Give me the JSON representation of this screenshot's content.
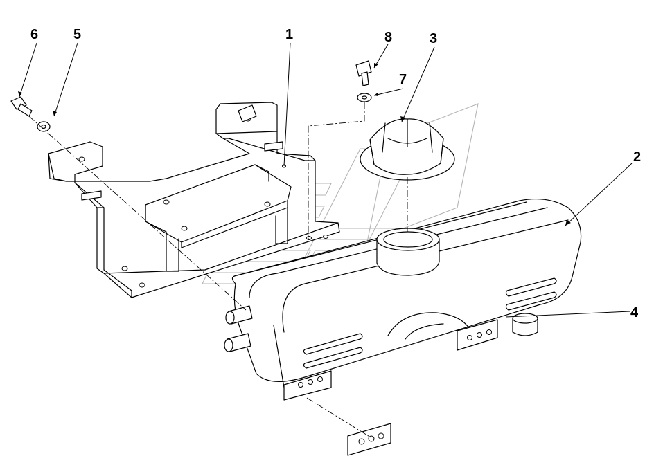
{
  "callouts": [
    {
      "id": "1",
      "label": "1"
    },
    {
      "id": "2",
      "label": "2"
    },
    {
      "id": "3",
      "label": "3"
    },
    {
      "id": "4",
      "label": "4"
    },
    {
      "id": "5",
      "label": "5"
    },
    {
      "id": "6",
      "label": "6"
    },
    {
      "id": "7",
      "label": "7"
    },
    {
      "id": "8",
      "label": "8"
    }
  ],
  "colors": {
    "line": "#000000",
    "background": "#ffffff",
    "watermark": "#b4b4b4"
  }
}
